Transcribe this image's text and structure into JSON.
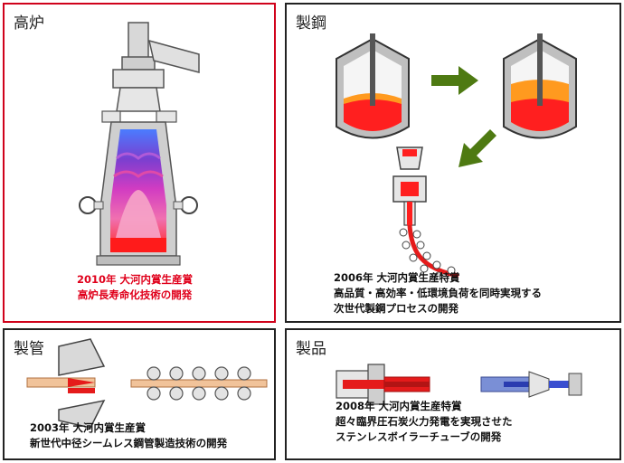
{
  "panels": {
    "blast_furnace": {
      "title": "高炉",
      "caption": [
        "2010年 大河内賞生産賞",
        "高炉長寿命化技術の開発"
      ],
      "border_color": "#d0021b"
    },
    "steelmaking": {
      "title": "製鋼",
      "caption": [
        "2006年 大河内賞生産特賞",
        "高品質・高効率・低環境負荷を同時実現する",
        "次世代製鋼プロセスの開発"
      ],
      "arrow_color": "#4e7a12"
    },
    "pipe": {
      "title": "製管",
      "caption": [
        "2003年 大河内賞生産賞",
        "新世代中径シームレス鋼管製造技術の開発"
      ]
    },
    "product": {
      "title": "製品",
      "caption": [
        "2008年 大河内賞生産特賞",
        "超々臨界圧石炭火力発電を実現させた",
        "ステンレスボイラーチューブの開発"
      ]
    }
  }
}
